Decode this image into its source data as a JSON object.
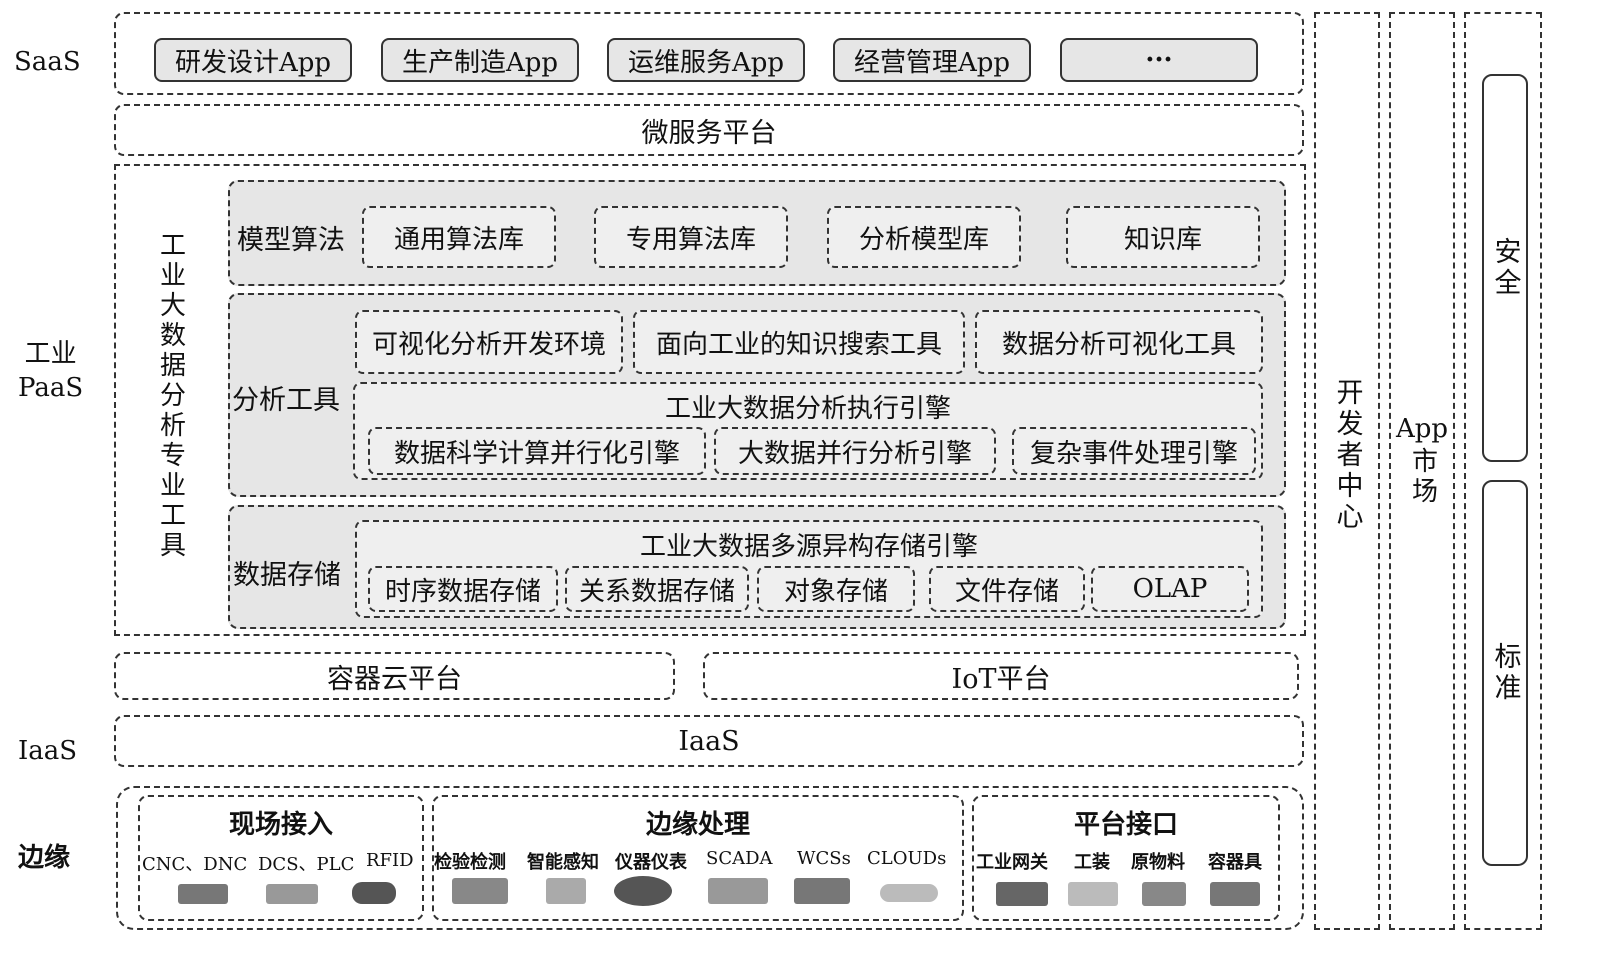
{
  "side_labels": {
    "saas": "SaaS",
    "paas_line1": "工业",
    "paas_line2": "PaaS",
    "iaas": "IaaS",
    "edge": "边缘"
  },
  "saas_apps": [
    "研发设计App",
    "生产制造App",
    "运维服务App",
    "经营管理App",
    "···"
  ],
  "microservice": "微服务平台",
  "bigdata_tools": "工业大数据分析专业工具",
  "model_algo": {
    "label": "模型算法",
    "items": [
      "通用算法库",
      "专用算法库",
      "分析模型库",
      "知识库"
    ]
  },
  "analysis_tools": {
    "label": "分析工具",
    "top_items": [
      "可视化分析开发环境",
      "面向工业的知识搜索工具",
      "数据分析可视化工具"
    ],
    "engine_title": "工业大数据分析执行引擎",
    "engine_items": [
      "数据科学计算并行化引擎",
      "大数据并行分析引擎",
      "复杂事件处理引擎"
    ]
  },
  "data_storage": {
    "label": "数据存储",
    "engine_title": "工业大数据多源异构存储引擎",
    "items": [
      "时序数据存储",
      "关系数据存储",
      "对象存储",
      "文件存储",
      "OLAP"
    ]
  },
  "container_cloud": "容器云平台",
  "iot_platform": "IoT平台",
  "iaas_bar": "IaaS",
  "edge": {
    "field_access": {
      "title": "现场接入",
      "items": [
        "CNC、DNC",
        "DCS、PLC",
        "RFID"
      ]
    },
    "edge_processing": {
      "title": "边缘处理",
      "items": [
        "检验检测",
        "智能感知",
        "仪器仪表",
        "SCADA",
        "WCSs",
        "CLOUDs"
      ]
    },
    "platform_interface": {
      "title": "平台接口",
      "items": [
        "工业网关",
        "工装",
        "原物料",
        "容器具"
      ]
    }
  },
  "dev_center": "开发者中心",
  "app_market_line1": "App",
  "app_market_line2": "市场",
  "security": "安全",
  "standard": "标准"
}
